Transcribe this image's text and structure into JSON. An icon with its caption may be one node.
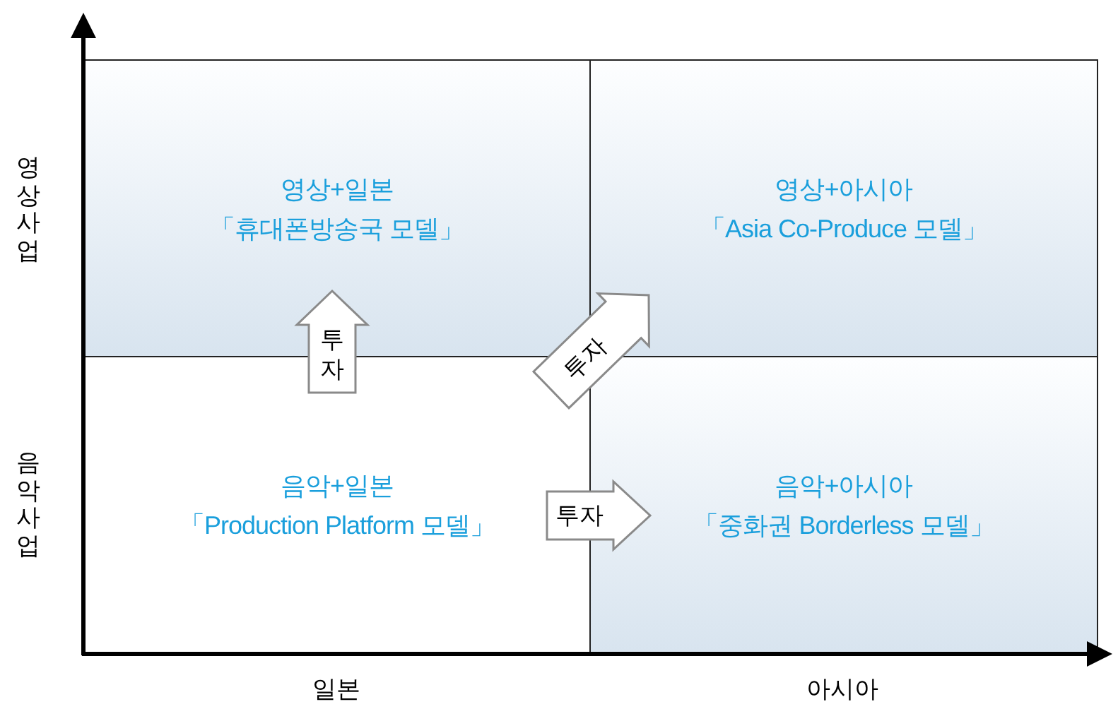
{
  "diagram": {
    "nodes": [
      {
        "text": [
          "영상+일본",
          "「휴대폰방송국 모델」"
        ]
      },
      {
        "text": [
          "영상+아시아",
          "「Asia Co-Produce 모델」"
        ]
      },
      {
        "text": [
          "음악+일본",
          "「Production Platform 모델」"
        ]
      },
      {
        "text": [
          "음악+아시아",
          "「중화권 Borderless 모델」"
        ]
      }
    ],
    "edges": [
      {
        "from": 2,
        "to": 0,
        "arrow": "to",
        "label": "투자"
      },
      {
        "from": 2,
        "to": 1,
        "arrow": "to",
        "label": "투자"
      },
      {
        "from": 2,
        "to": 3,
        "arrow": "to",
        "label": "투자"
      }
    ],
    "labels": [
      "영상사업",
      "음악사업",
      "일본",
      "아시아"
    ]
  }
}
